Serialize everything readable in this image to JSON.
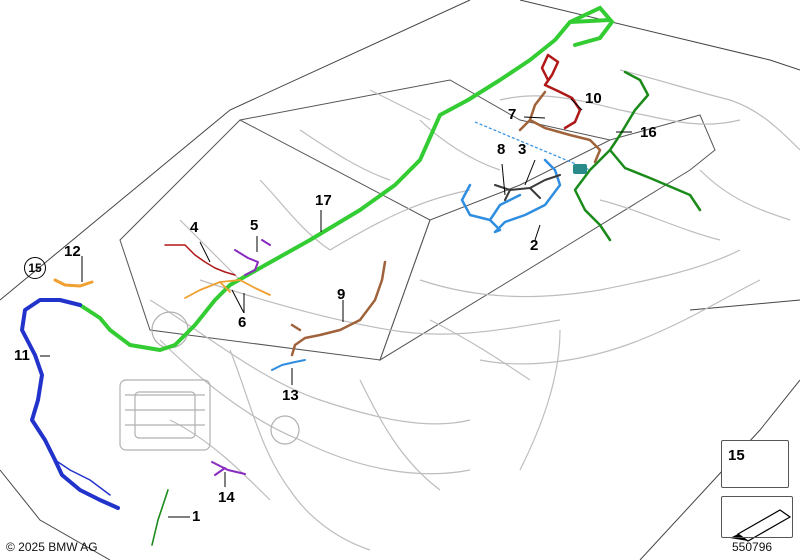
{
  "diagram": {
    "callouts": {
      "c1": "1",
      "c2": "2",
      "c3": "3",
      "c4": "4",
      "c5": "5",
      "c6": "6",
      "c7": "7",
      "c8": "8",
      "c9": "9",
      "c10": "10",
      "c11": "11",
      "c12": "12",
      "c13": "13",
      "c14": "14",
      "c15_circled": "15",
      "c16": "16",
      "c17": "17"
    },
    "legend": {
      "part_number": "15"
    },
    "copyright": "© 2025 BMW AG",
    "diagram_id": "550796",
    "colors": {
      "green_harness": "#33cc33",
      "dark_green_harness": "#1a8a1a",
      "blue_harness": "#2233cc",
      "light_blue_harness": "#2f8ee0",
      "brown_harness": "#a0623a",
      "red_harness": "#b01818",
      "orange_harness": "#f0a030",
      "purple_harness": "#8a2bbf",
      "outline_gray": "#b8b8b8"
    }
  }
}
